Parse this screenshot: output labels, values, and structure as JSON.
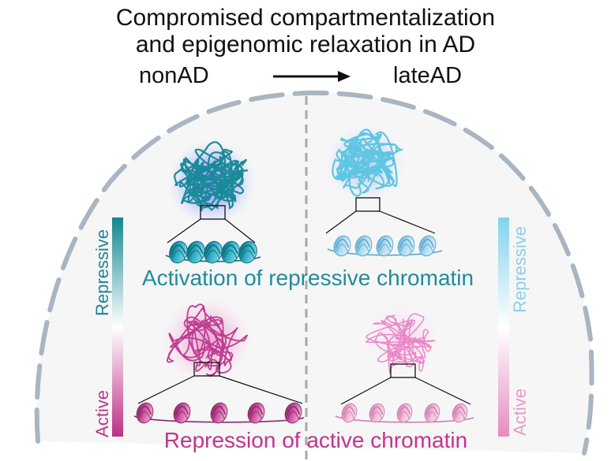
{
  "title_line1": "Compromised compartmentalization",
  "title_line2": "and epigenomic relaxation in AD",
  "conditions": {
    "left": "nonAD",
    "right": "lateAD"
  },
  "scale_labels": {
    "top": "Repressive",
    "bottom": "Active"
  },
  "captions": {
    "repressive": "Activation of repressive chromatin",
    "active": "Repression of active chromatin"
  },
  "colors": {
    "repressive_nonAD": "#1a8a9a",
    "repressive_lateAD": "#5ec6e2",
    "active_nonAD": "#c03d92",
    "active_lateAD": "#ec86c8",
    "repressive_caption": "#1f8c9c",
    "active_caption": "#c0368e",
    "outline": "#a9b5c1"
  }
}
